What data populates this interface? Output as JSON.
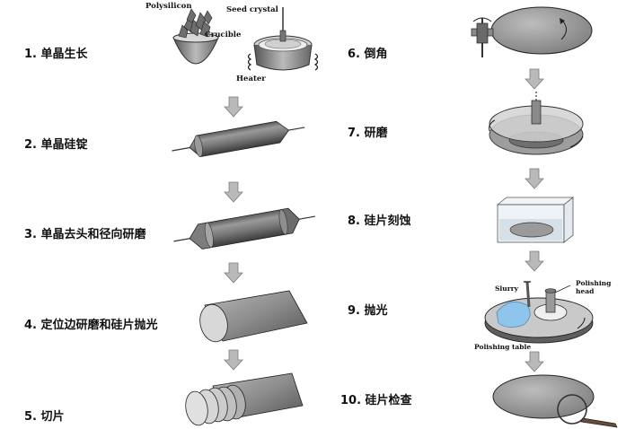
{
  "steps": [
    {
      "label": "1.  单晶生长"
    },
    {
      "label": "2.  单晶硅锭"
    },
    {
      "label": "3.  单晶去头和径向研磨"
    },
    {
      "label": "4.  定位边研磨和硅片抛光"
    },
    {
      "label": "5.  切片"
    },
    {
      "label": "6.  倒角"
    },
    {
      "label": "7.  研磨"
    },
    {
      "label": "8.  硅片刻蚀"
    },
    {
      "label": "9.  抛光"
    },
    {
      "label": "10. 硅片检查"
    }
  ],
  "captions": {
    "polysilicon": "Polysilicon",
    "seed_crystal": "Seed crystal",
    "crucible": "Crucible",
    "heater": "Heater",
    "slurry": "Slurry",
    "polishing_head_1": "Polishing",
    "polishing_head_2": "head",
    "polishing_table": "Polishing table"
  },
  "colors": {
    "arrow_fill": "#b9b9b9",
    "metal_mid": "#8a8a8a",
    "metal_dark": "#4a4a4a",
    "slurry_blue": "#8fc4ec"
  }
}
